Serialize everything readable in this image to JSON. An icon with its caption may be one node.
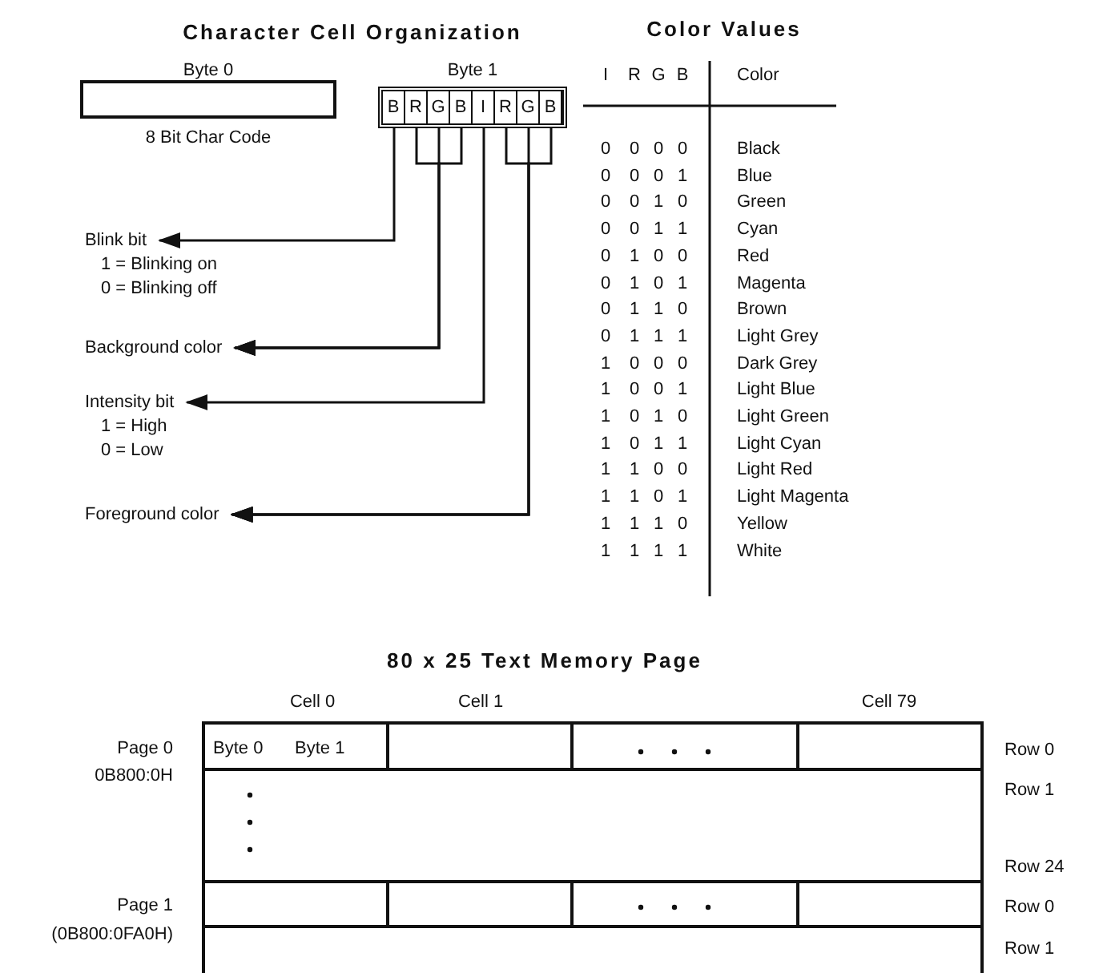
{
  "diagram": {
    "nodes": [
      {
        "text": [
          "Byte 0"
        ],
        "beside": [
          "8 Bit Char Code"
        ]
      },
      {
        "text": [
          "Byte 1"
        ]
      },
      {
        "text": [
          "B"
        ],
        "in": 1
      },
      {
        "text": [
          "R"
        ],
        "in": 1
      },
      {
        "text": [
          "G"
        ],
        "in": 1
      },
      {
        "text": [
          "B"
        ],
        "in": 1
      },
      {
        "text": [
          "I"
        ],
        "in": 1
      },
      {
        "text": [
          "R"
        ],
        "in": 1
      },
      {
        "text": [
          "G"
        ],
        "in": 1
      },
      {
        "text": [
          "B"
        ],
        "in": 1
      },
      {
        "text": [
          "Blink bit",
          "1 = Blinking on",
          "0 = Blinking off"
        ]
      },
      {
        "text": [
          "Background color"
        ]
      },
      {
        "text": [
          "Intensity bit",
          "1 = High",
          "0 = Low"
        ]
      },
      {
        "text": [
          "Foreground color"
        ]
      }
    ],
    "edges": [
      {
        "from": 2,
        "to": 10,
        "arrow": "to"
      },
      {
        "from": 3,
        "to": 11,
        "arrow": "to"
      },
      {
        "from": 4,
        "to": 11,
        "arrow": "to"
      },
      {
        "from": 5,
        "to": 11,
        "arrow": "to"
      },
      {
        "from": 6,
        "to": 12,
        "arrow": "to"
      },
      {
        "from": 7,
        "to": 13,
        "arrow": "to"
      },
      {
        "from": 8,
        "to": 13,
        "arrow": "to"
      },
      {
        "from": 9,
        "to": 13,
        "arrow": "to"
      }
    ],
    "labels": [
      "Character Cell Organization",
      "Color Values",
      "I",
      "R",
      "G",
      "B",
      "Color",
      "0",
      "0",
      "0",
      "0",
      "Black",
      "0",
      "0",
      "0",
      "1",
      "Blue",
      "0",
      "0",
      "1",
      "0",
      "Green",
      "0",
      "0",
      "1",
      "1",
      "Cyan",
      "0",
      "1",
      "0",
      "0",
      "Red",
      "0",
      "1",
      "0",
      "1",
      "Magenta",
      "0",
      "1",
      "1",
      "0",
      "Brown",
      "0",
      "1",
      "1",
      "1",
      "Light Grey",
      "1",
      "0",
      "0",
      "0",
      "Dark Grey",
      "1",
      "0",
      "0",
      "1",
      "Light Blue",
      "1",
      "0",
      "1",
      "0",
      "Light Green",
      "1",
      "0",
      "1",
      "1",
      "Light Cyan",
      "1",
      "1",
      "0",
      "0",
      "Light Red",
      "1",
      "1",
      "0",
      "1",
      "Light Magenta",
      "1",
      "1",
      "1",
      "0",
      "Yellow",
      "1",
      "1",
      "1",
      "1",
      "White",
      "80 x 25 Text Memory Page",
      "Cell 0",
      "Cell 1",
      "Cell 79",
      "Page 0",
      "0B800:0H",
      "Byte 0",
      "Byte 1",
      "Row 0",
      "Row 1",
      "Row 24",
      "Page 1",
      "(0B800:0FA0H)",
      "Row 0",
      "Row 1"
    ]
  }
}
